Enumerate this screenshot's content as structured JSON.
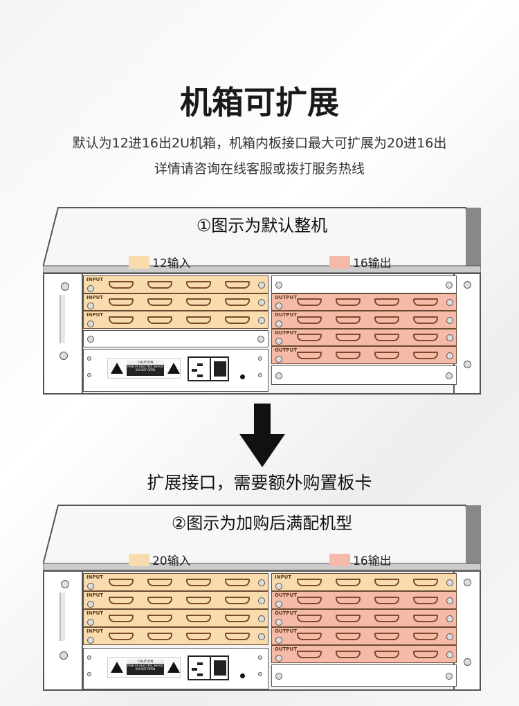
{
  "title": "机箱可扩展",
  "subtitle_line1": "默认为12进16出2U机箱，机箱内板接口最大可扩展为20进16出",
  "subtitle_line2": "详情请咨询在线客服或拨打服务热线",
  "middle_text": "扩展接口，需要额外购置板卡",
  "colors": {
    "input": "#f9dcae",
    "output": "#f6baa8"
  },
  "chassis": [
    {
      "caption": "①图示为默认整机",
      "input_legend": "12输入",
      "output_legend": "16输出",
      "left_slots": [
        "INPUT",
        "INPUT",
        "INPUT",
        ""
      ],
      "right_slots": [
        "",
        "OUTPUT",
        "OUTPUT",
        "OUTPUT",
        "OUTPUT",
        ""
      ]
    },
    {
      "caption": "②图示为加购后满配机型",
      "input_legend": "20输入",
      "output_legend": "16输出",
      "left_slots": [
        "INPUT",
        "INPUT",
        "INPUT",
        "INPUT"
      ],
      "right_slots": [
        "INPUT",
        "OUTPUT",
        "OUTPUT",
        "OUTPUT",
        "OUTPUT",
        ""
      ]
    }
  ],
  "caution": {
    "title": "CAUTION",
    "line1": "RISK OF ELECTRIC SHOCK",
    "line2": "DO NOT OPEN"
  }
}
